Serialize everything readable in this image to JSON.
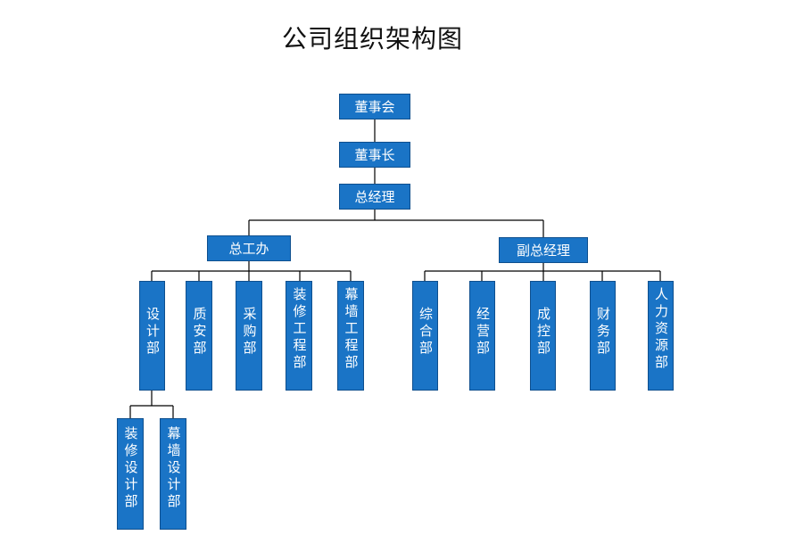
{
  "title": "公司组织架构图",
  "colors": {
    "box_fill": "#1a74c6",
    "box_border": "#0e4f8e",
    "line": "#000000"
  },
  "nodes": {
    "board": "董事会",
    "chairman": "董事长",
    "general_manager": "总经理",
    "gm_office": "总工办",
    "deputy_gm": "副总经理",
    "design": "设计部",
    "quality": "质安部",
    "purchasing": "采购部",
    "decoration_eng": "装修工程部",
    "curtain_wall_eng": "幕墙工程部",
    "general_affairs": "综合部",
    "operations": "经营部",
    "cost_control": "成控部",
    "finance": "财务部",
    "hr": "人力资源部",
    "decoration_design": "装修设计部",
    "curtain_wall_design": "幕墙设计部"
  }
}
